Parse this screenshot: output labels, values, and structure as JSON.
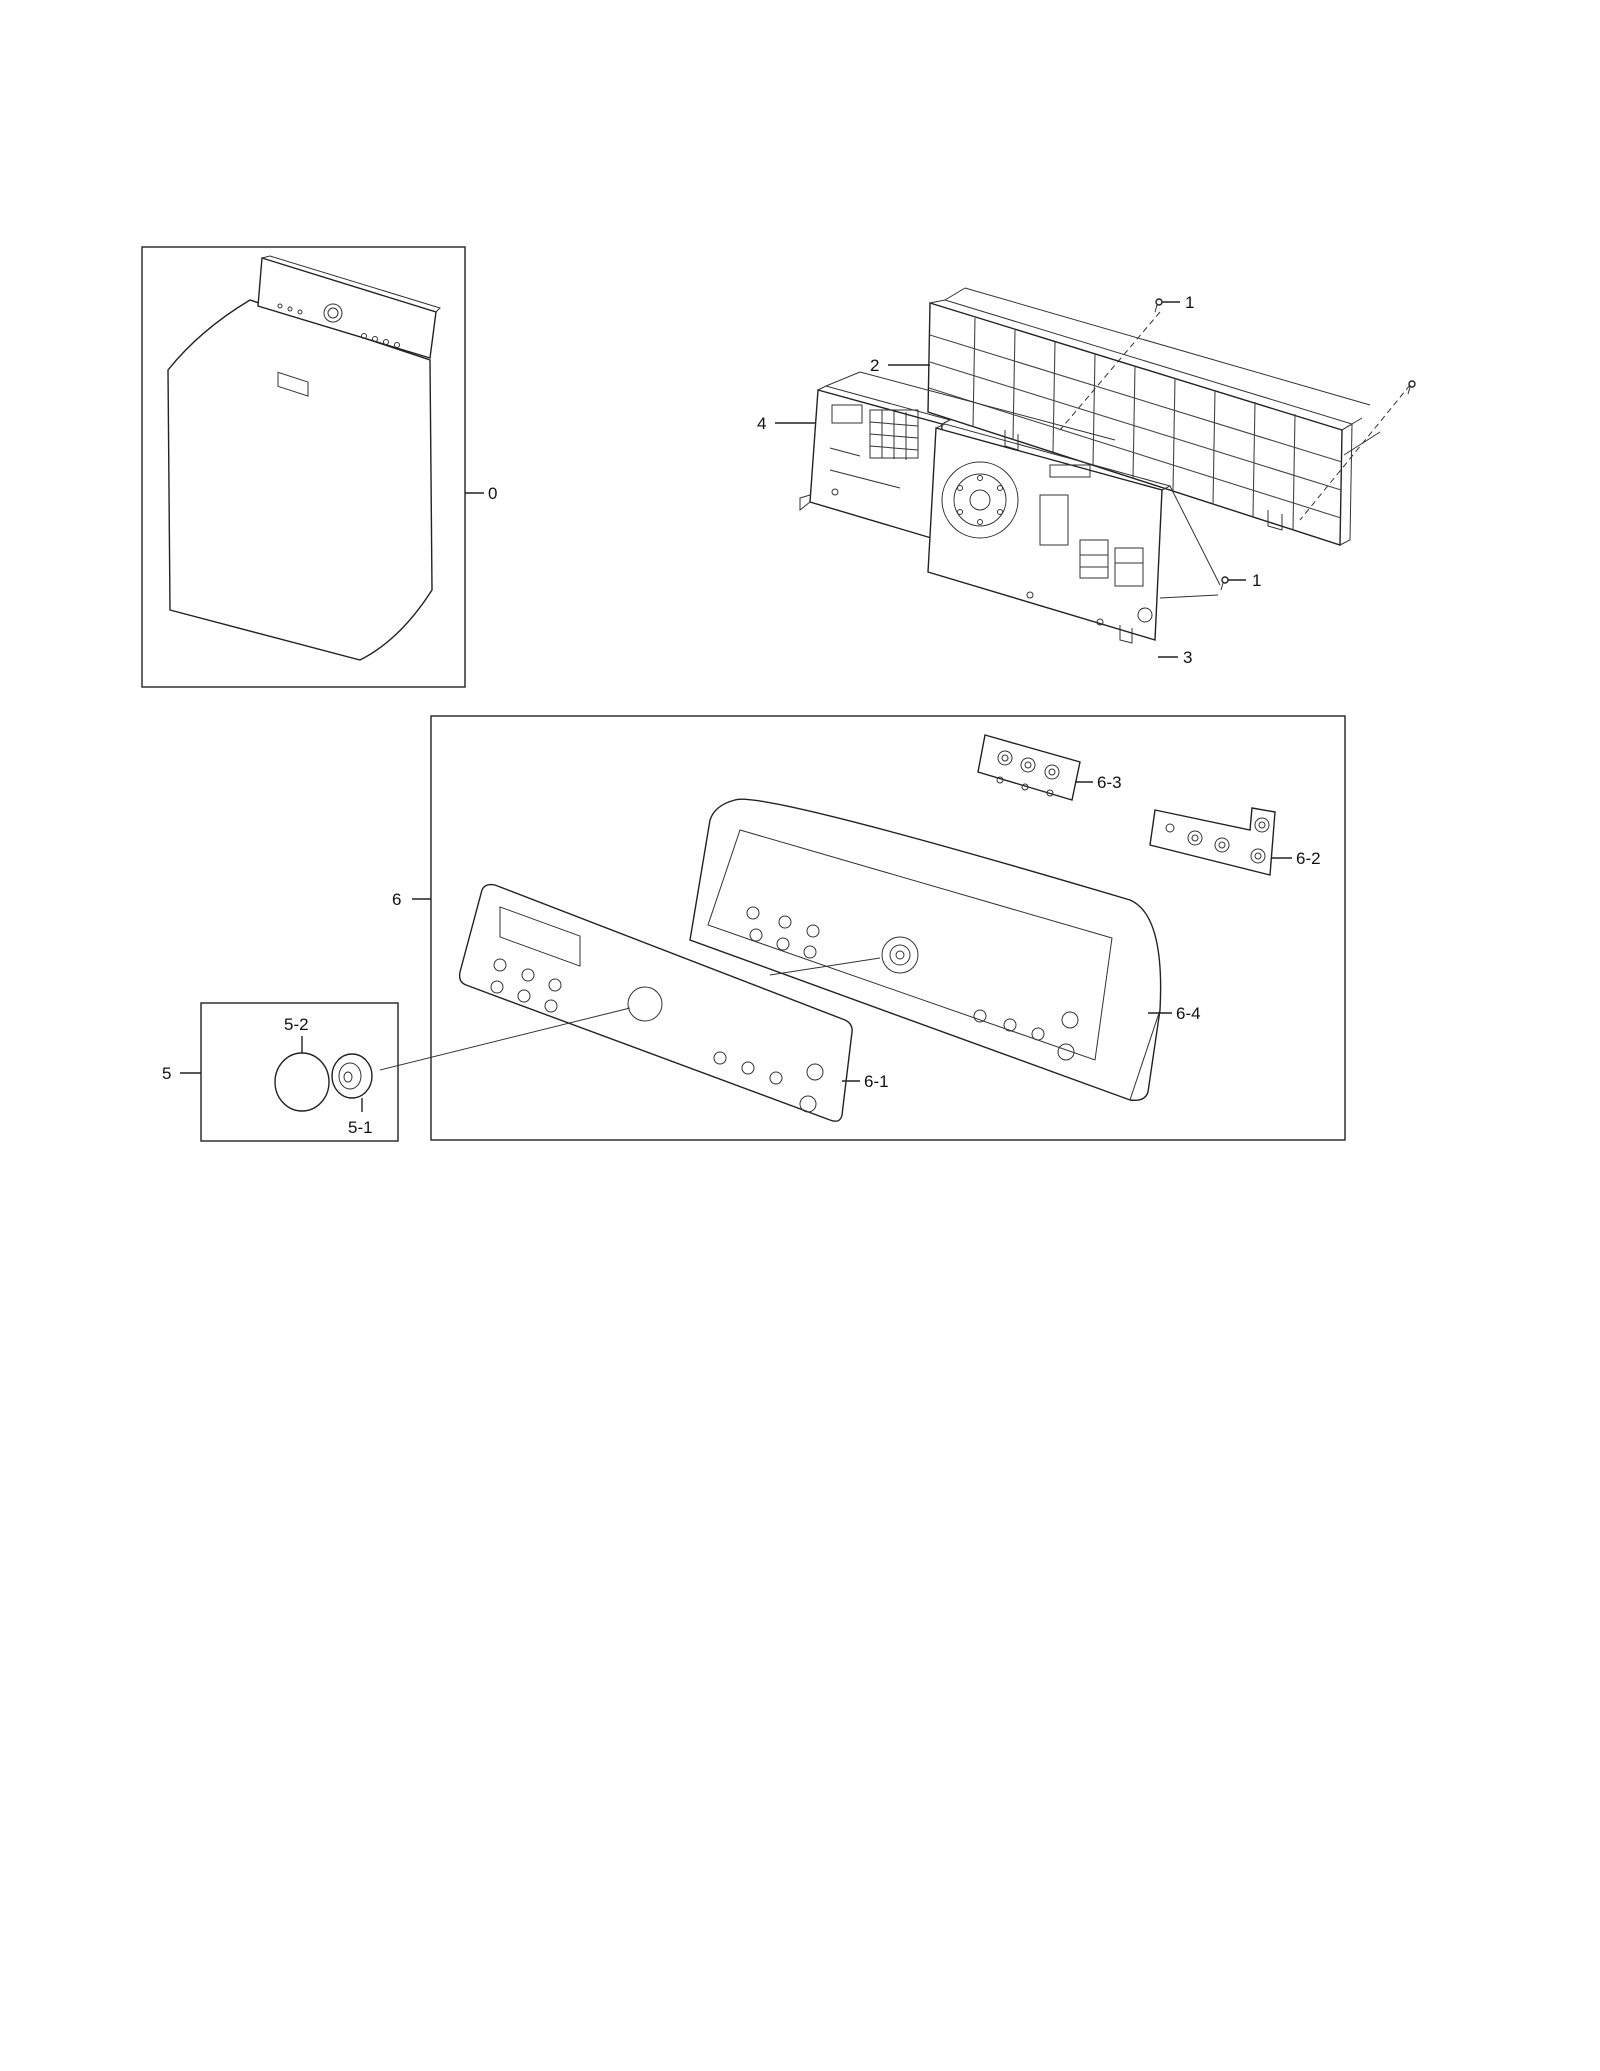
{
  "callouts": {
    "c0": "0",
    "c1a": "1",
    "c1b": "1",
    "c2": "2",
    "c3": "3",
    "c4": "4",
    "c5": "5",
    "c5_1": "5-1",
    "c5_2": "5-2",
    "c6": "6",
    "c6_1": "6-1",
    "c6_2": "6-2",
    "c6_3": "6-3",
    "c6_4": "6-4"
  }
}
